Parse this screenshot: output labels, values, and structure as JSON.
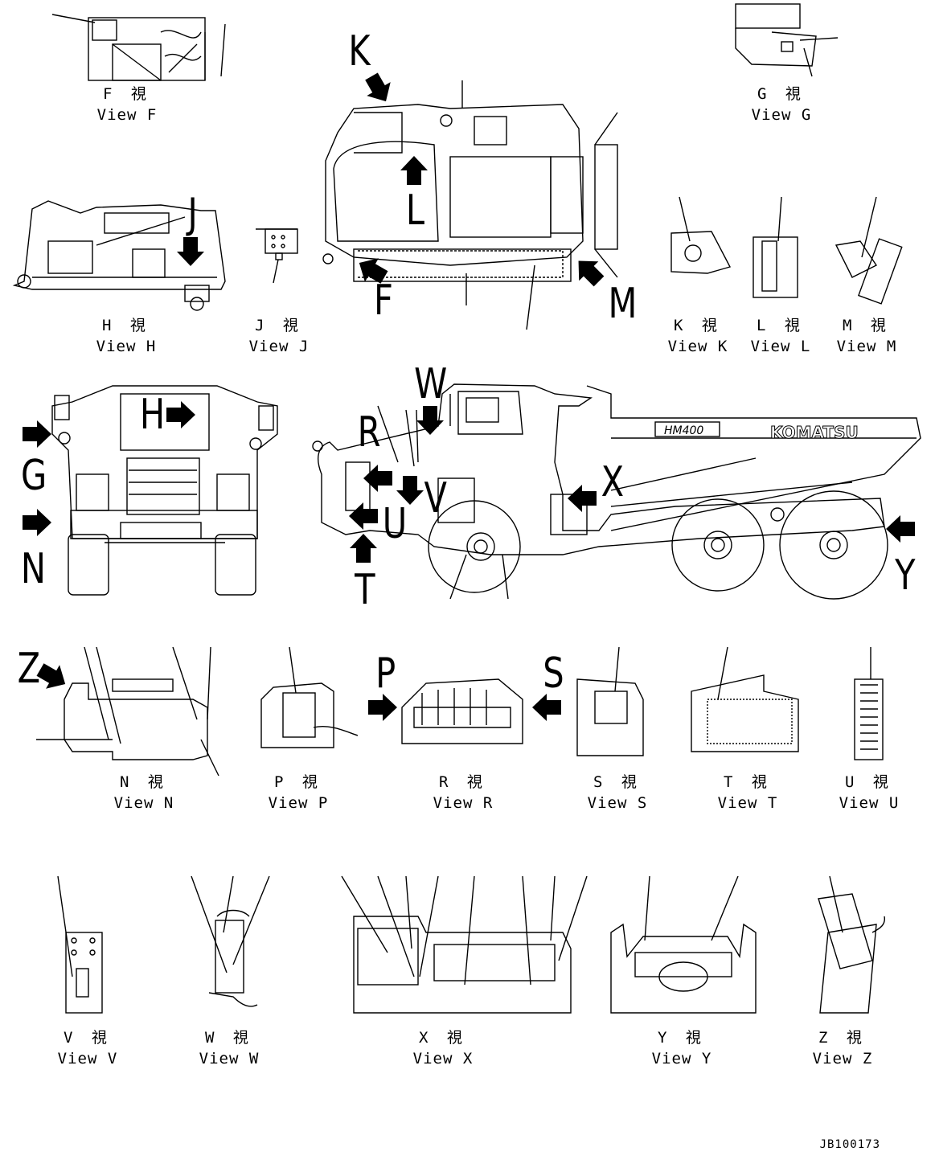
{
  "views": [
    {
      "id": "F",
      "jp": "F 視",
      "en": "View F"
    },
    {
      "id": "G",
      "jp": "G 視",
      "en": "View G"
    },
    {
      "id": "H",
      "jp": "H 視",
      "en": "View H"
    },
    {
      "id": "J",
      "jp": "J 視",
      "en": "View J"
    },
    {
      "id": "K",
      "jp": "K 視",
      "en": "View K"
    },
    {
      "id": "L",
      "jp": "L 視",
      "en": "View L"
    },
    {
      "id": "M",
      "jp": "M 視",
      "en": "View M"
    },
    {
      "id": "N",
      "jp": "N 視",
      "en": "View N"
    },
    {
      "id": "P",
      "jp": "P 視",
      "en": "View P"
    },
    {
      "id": "R",
      "jp": "R 視",
      "en": "View R"
    },
    {
      "id": "S",
      "jp": "S 視",
      "en": "View S"
    },
    {
      "id": "T",
      "jp": "T 視",
      "en": "View T"
    },
    {
      "id": "U",
      "jp": "U 視",
      "en": "View U"
    },
    {
      "id": "V",
      "jp": "V 視",
      "en": "View V"
    },
    {
      "id": "W",
      "jp": "W 視",
      "en": "View W"
    },
    {
      "id": "X",
      "jp": "X 視",
      "en": "View X"
    },
    {
      "id": "Y",
      "jp": "Y 視",
      "en": "View Y"
    },
    {
      "id": "Z",
      "jp": "Z 視",
      "en": "View Z"
    }
  ],
  "letters": {
    "K": "K",
    "L": "L",
    "F": "F",
    "M": "M",
    "H": "H",
    "J": "J",
    "G": "G",
    "N": "N",
    "R": "R",
    "W": "W",
    "V": "V",
    "U": "U",
    "T": "T",
    "X": "X",
    "Y": "Y",
    "Z": "Z",
    "P": "P",
    "S": "S"
  },
  "body_text": {
    "model": "HM400",
    "brand": "KOMATSU"
  },
  "doc_id": "JB100173"
}
